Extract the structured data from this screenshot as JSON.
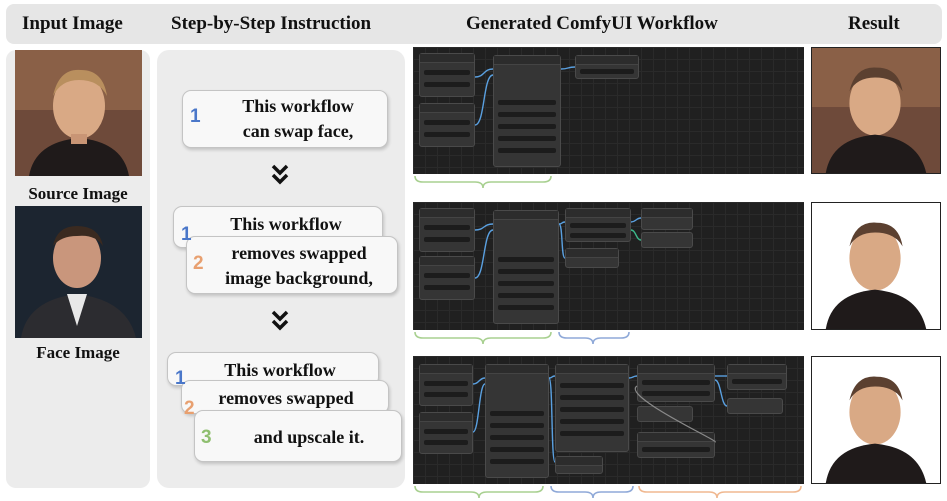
{
  "headers": {
    "input": "Input Image",
    "instruction": "Step-by-Step Instruction",
    "workflow": "Generated ComfyUI Workflow",
    "result": "Result"
  },
  "inputs": {
    "source_caption": "Source Image",
    "face_caption": "Face Image"
  },
  "steps": {
    "s1": {
      "num": "1",
      "line1": "This workflow",
      "line2": "can swap face,"
    },
    "s2": {
      "num1": "1",
      "line1": "This workflow",
      "num2": "2",
      "line2": "removes swapped",
      "line3": "image background,"
    },
    "s3": {
      "num1": "1",
      "line1": "This workflow",
      "num2": "2",
      "line2": "removes swapped",
      "num3": "3",
      "line3": "and upscale it."
    }
  },
  "colors": {
    "step1": "#4a77c9",
    "step2": "#e8a070",
    "step3": "#8fbf70",
    "brace_green": "#a8d090",
    "brace_blue": "#8fa9d8",
    "brace_orange": "#f0b890"
  }
}
